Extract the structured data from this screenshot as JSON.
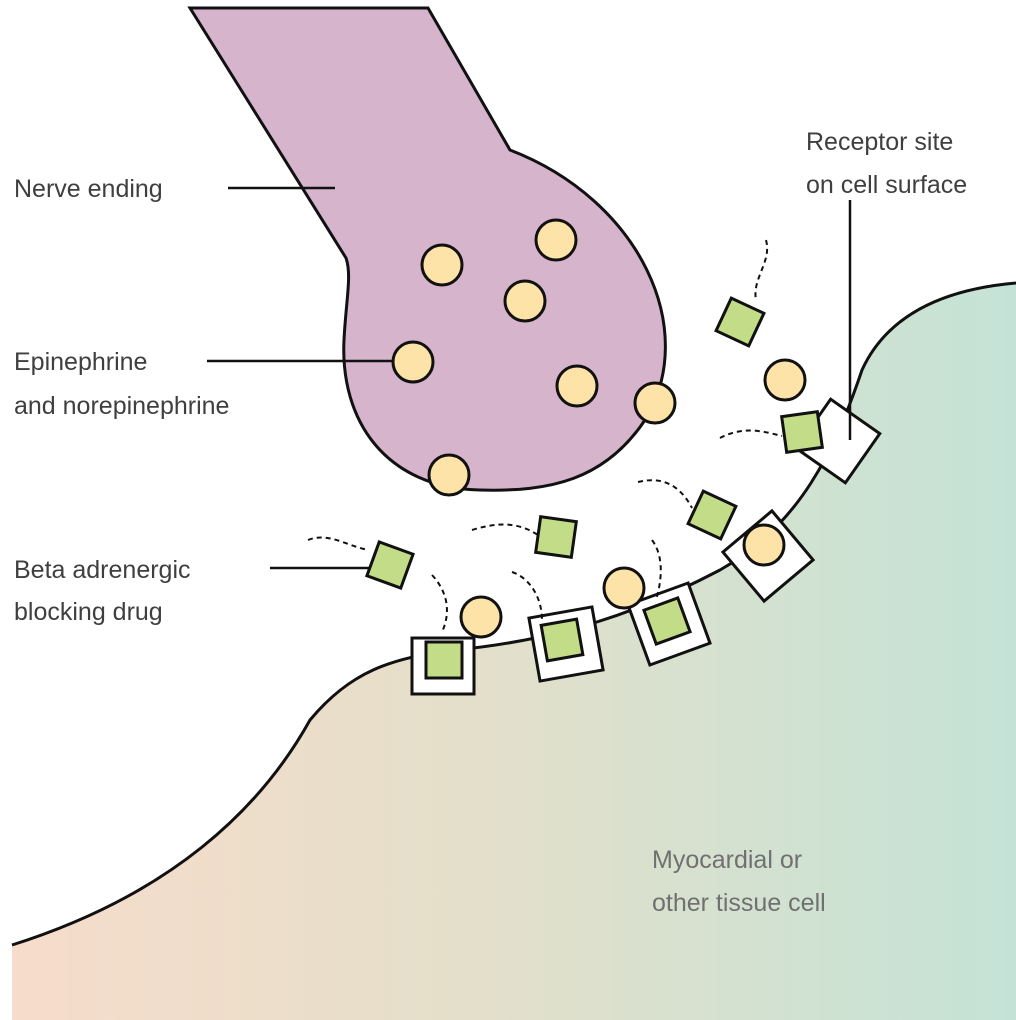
{
  "labels": {
    "nerve_ending": "Nerve ending",
    "receptor_line1": "Receptor site",
    "receptor_line2": "on cell surface",
    "epi_line1": "Epinephrine",
    "epi_line2": "and norepinephrine",
    "beta_line1": "Beta adrenergic",
    "beta_line2": "blocking drug",
    "cell_line1": "Myocardial or",
    "cell_line2": "other tissue cell"
  },
  "colors": {
    "nerve_fill": "#d6b4cc",
    "molecule_circle": "#fde3a8",
    "drug_square": "#c3dc88",
    "cell_gradient_start": "#f7dccb",
    "cell_gradient_end": "#c4e3d6",
    "outline": "#111111",
    "label_text": "#3f3f3f"
  }
}
